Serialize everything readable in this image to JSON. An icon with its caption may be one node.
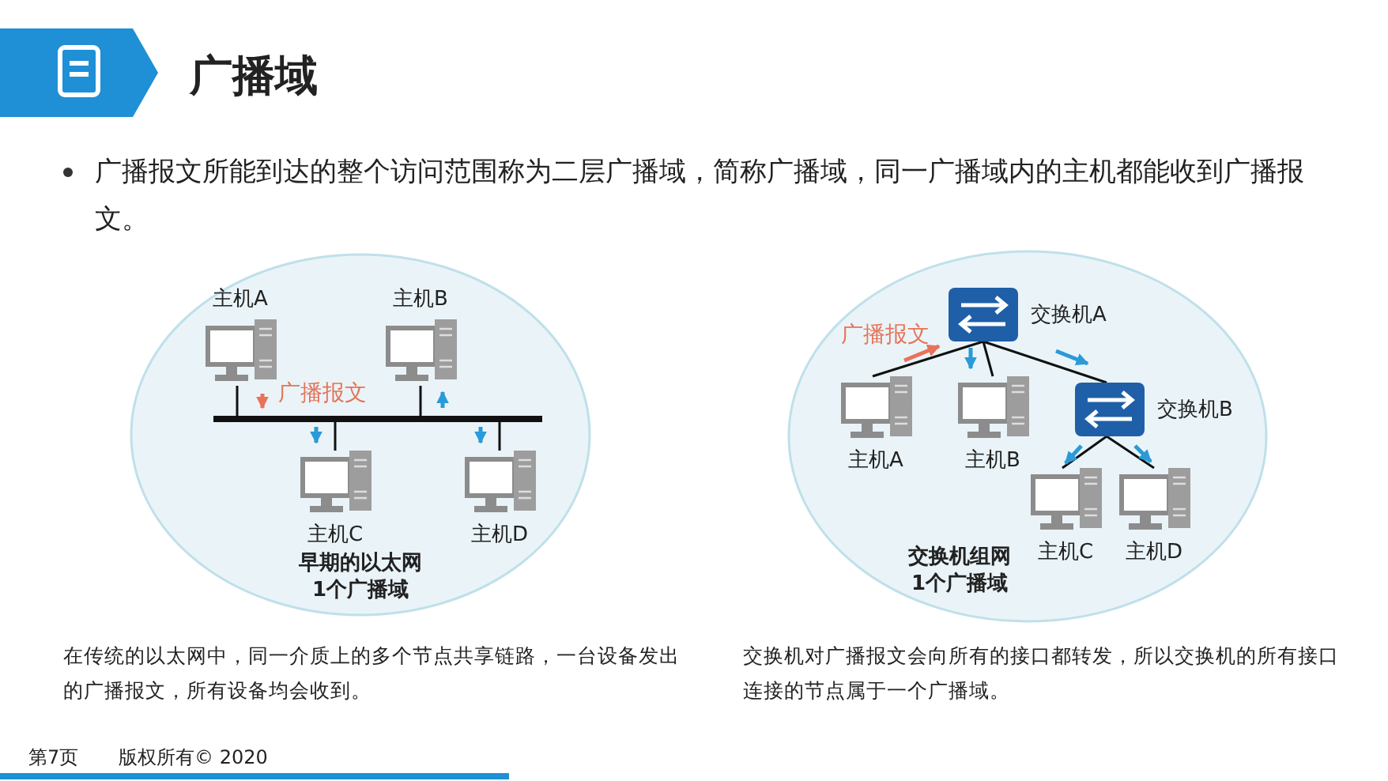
{
  "diagram": {
    "title": "广播域",
    "nodes": [
      {
        "text": [
          "早期的以太网 1个广播域"
        ]
      },
      {
        "text": [
          "主机A"
        ],
        "in": 0
      },
      {
        "text": [
          "主机B"
        ],
        "in": 0
      },
      {
        "text": [
          "主机C"
        ],
        "in": 0
      },
      {
        "text": [
          "主机D"
        ],
        "in": 0
      },
      {
        "text": [],
        "shape": "bar",
        "in": 0
      },
      {
        "text": [
          "交换机组网 1个广播域"
        ]
      },
      {
        "text": [
          "交换机A"
        ],
        "in": 6
      },
      {
        "text": [
          "交换机B"
        ],
        "in": 6
      },
      {
        "text": [
          "主机A"
        ],
        "in": 6
      },
      {
        "text": [
          "主机B"
        ],
        "in": 6
      },
      {
        "text": [
          "主机C"
        ],
        "in": 6
      },
      {
        "text": [
          "主机D"
        ],
        "in": 6
      }
    ],
    "edges": [
      {
        "from": 1,
        "to": 5,
        "arrow": "none"
      },
      {
        "from": 2,
        "to": 5,
        "arrow": "none"
      },
      {
        "from": 5,
        "to": 3,
        "arrow": "none"
      },
      {
        "from": 5,
        "to": 4,
        "arrow": "none"
      },
      {
        "from": 7,
        "to": 9,
        "arrow": "none"
      },
      {
        "from": 7,
        "to": 10,
        "arrow": "none"
      },
      {
        "from": 7,
        "to": 8,
        "arrow": "none"
      },
      {
        "from": 8,
        "to": 11,
        "arrow": "none"
      },
      {
        "from": 8,
        "to": 12,
        "arrow": "none"
      }
    ],
    "labels": [
      "广播报文所能到达的整个访问范围称为二层广播域，简称广播域，同一广播域内的主机都能收到广播报文。",
      "广播报文",
      "广播报文",
      "在传统的以太网中，同一介质上的多个节点共享链路，一台设备发出的广播报文，所有设备均会收到。",
      "交换机对广播报文会向所有的接口都转发，所以交换机的所有接口连接的节点属于一个广播域。",
      "第7页",
      "版权所有© 2020"
    ]
  }
}
